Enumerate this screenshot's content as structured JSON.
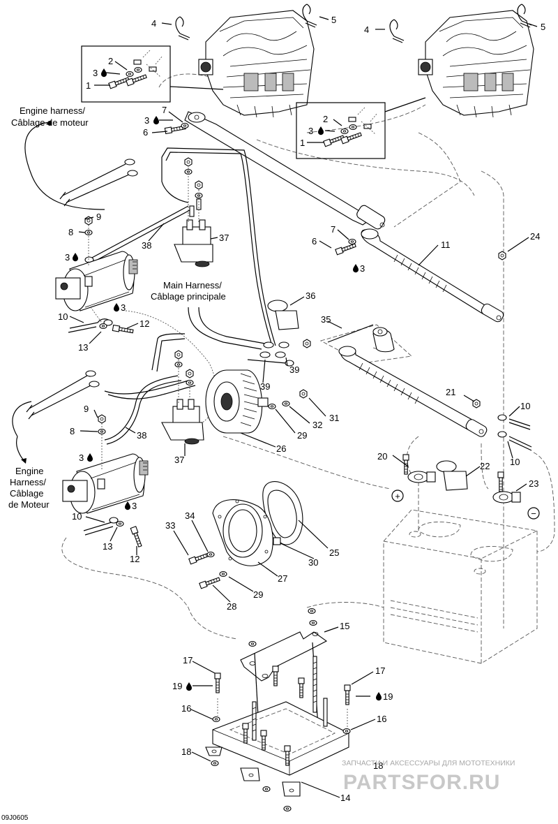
{
  "labels": {
    "engine_harness_1_line1": "Engine harness/",
    "engine_harness_1_line2": "Câblage de moteur",
    "main_harness_line1": "Main Harness/",
    "main_harness_line2": "Câblage principale",
    "engine_harness_2_line1": "Engine",
    "engine_harness_2_line2": "Harness/",
    "engine_harness_2_line3": "Câblage",
    "engine_harness_2_line4": "de Moteur"
  },
  "polarity": {
    "positive": "+",
    "negative": "−"
  },
  "callouts": [
    {
      "id": "c4a",
      "text": "4"
    },
    {
      "id": "c5a",
      "text": "5"
    },
    {
      "id": "c4b",
      "text": "4"
    },
    {
      "id": "c5b",
      "text": "5"
    },
    {
      "id": "c2a",
      "text": "2"
    },
    {
      "id": "c3a",
      "text": "3"
    },
    {
      "id": "c1a",
      "text": "1"
    },
    {
      "id": "c7a",
      "text": "7"
    },
    {
      "id": "c3b",
      "text": "3"
    },
    {
      "id": "c6a",
      "text": "6"
    },
    {
      "id": "c2b",
      "text": "2"
    },
    {
      "id": "c3c",
      "text": "3"
    },
    {
      "id": "c1b",
      "text": "1"
    },
    {
      "id": "c9a",
      "text": "9"
    },
    {
      "id": "c8a",
      "text": "8"
    },
    {
      "id": "c38a",
      "text": "38"
    },
    {
      "id": "c37a",
      "text": "37"
    },
    {
      "id": "c7b",
      "text": "7"
    },
    {
      "id": "c6b",
      "text": "6"
    },
    {
      "id": "c3d",
      "text": "3"
    },
    {
      "id": "c11",
      "text": "11"
    },
    {
      "id": "c24",
      "text": "24"
    },
    {
      "id": "c3e",
      "text": "3"
    },
    {
      "id": "c3f",
      "text": "3"
    },
    {
      "id": "c10a",
      "text": "10"
    },
    {
      "id": "c12a",
      "text": "12"
    },
    {
      "id": "c13a",
      "text": "13"
    },
    {
      "id": "c36",
      "text": "36"
    },
    {
      "id": "c35",
      "text": "35"
    },
    {
      "id": "c39a",
      "text": "39"
    },
    {
      "id": "c39b",
      "text": "39"
    },
    {
      "id": "c21",
      "text": "21"
    },
    {
      "id": "c10b",
      "text": "10"
    },
    {
      "id": "c9b",
      "text": "9"
    },
    {
      "id": "c8b",
      "text": "8"
    },
    {
      "id": "c38b",
      "text": "38"
    },
    {
      "id": "c37b",
      "text": "37"
    },
    {
      "id": "c31",
      "text": "31"
    },
    {
      "id": "c32",
      "text": "32"
    },
    {
      "id": "c29a",
      "text": "29"
    },
    {
      "id": "c26",
      "text": "26"
    },
    {
      "id": "c10c",
      "text": "10"
    },
    {
      "id": "c20",
      "text": "20"
    },
    {
      "id": "c22",
      "text": "22"
    },
    {
      "id": "c23",
      "text": "23"
    },
    {
      "id": "c3g",
      "text": "3"
    },
    {
      "id": "c3h",
      "text": "3"
    },
    {
      "id": "c10d",
      "text": "10"
    },
    {
      "id": "c13b",
      "text": "13"
    },
    {
      "id": "c12b",
      "text": "12"
    },
    {
      "id": "c33",
      "text": "33"
    },
    {
      "id": "c34",
      "text": "34"
    },
    {
      "id": "c25",
      "text": "25"
    },
    {
      "id": "c30",
      "text": "30"
    },
    {
      "id": "c27",
      "text": "27"
    },
    {
      "id": "c29b",
      "text": "29"
    },
    {
      "id": "c28",
      "text": "28"
    },
    {
      "id": "c15",
      "text": "15"
    },
    {
      "id": "c17a",
      "text": "17"
    },
    {
      "id": "c19a",
      "text": "19"
    },
    {
      "id": "c17b",
      "text": "17"
    },
    {
      "id": "c19b",
      "text": "19"
    },
    {
      "id": "c16a",
      "text": "16"
    },
    {
      "id": "c16b",
      "text": "16"
    },
    {
      "id": "c18a",
      "text": "18"
    },
    {
      "id": "c18b",
      "text": "18"
    },
    {
      "id": "c14",
      "text": "14"
    }
  ],
  "watermark": {
    "line1": "ЗАПЧАСТИ И АКСЕССУАРЫ ДЛЯ МОТОТЕХНИКИ",
    "line2": "PARTSFOR.RU"
  },
  "diagram_code": "09J0605",
  "icons": [
    "adhesive-drop-icon",
    "positive-terminal-icon",
    "negative-terminal-icon"
  ]
}
